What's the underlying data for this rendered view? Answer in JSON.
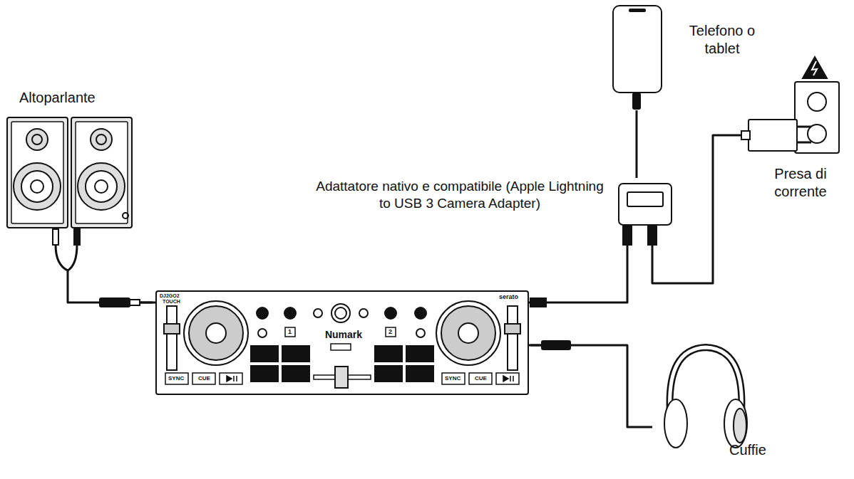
{
  "diagram": {
    "nodes": [
      {
        "text": [
          "Altoparlante"
        ]
      },
      {
        "text": [
          "Telefono o tablet"
        ]
      },
      {
        "text": [
          "Adattatore nativo e compatibile (Apple Lightning to USB 3 Camera Adapter)"
        ]
      },
      {
        "text": [
          "Presa di corrente"
        ]
      },
      {
        "text": [
          "Numark"
        ]
      },
      {
        "text": [
          "Cuffie"
        ]
      }
    ],
    "edges": [
      {
        "from": 0,
        "to": 4,
        "arrow": "none"
      },
      {
        "from": 1,
        "to": 2,
        "arrow": "none"
      },
      {
        "from": 2,
        "to": 4,
        "arrow": "none"
      },
      {
        "from": 2,
        "to": 3,
        "arrow": "none"
      },
      {
        "from": 4,
        "to": 5,
        "arrow": "none"
      }
    ],
    "labels": [
      "DJ2GO2",
      "TOUCH",
      "serato",
      "1",
      "2",
      "SYNC",
      "CUE",
      "SYNC",
      "CUE"
    ]
  }
}
